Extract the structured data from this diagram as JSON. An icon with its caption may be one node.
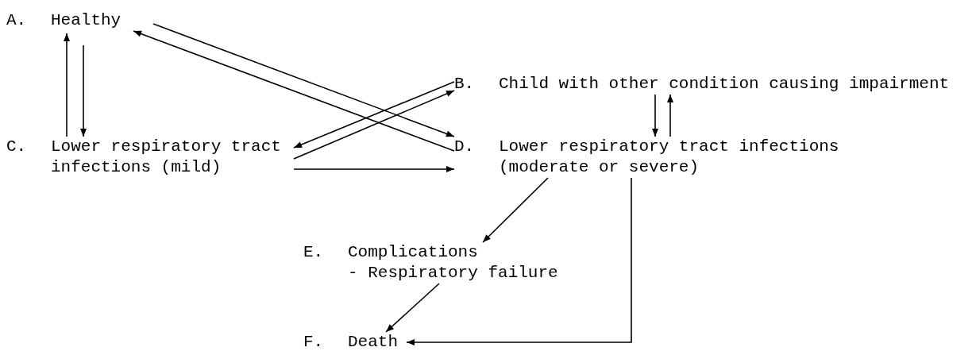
{
  "diagram": {
    "nodes": [
      {
        "text": [
          "A.",
          "Healthy"
        ]
      },
      {
        "text": [
          "B.",
          "Child with other condition causing impairment"
        ]
      },
      {
        "text": [
          "C.",
          "Lower respiratory tract infections (mild)"
        ]
      },
      {
        "text": [
          "D.",
          "Lower respiratory tract infections (moderate or severe)"
        ]
      },
      {
        "text": [
          "E.",
          "Complications",
          "- Respiratory failure"
        ]
      },
      {
        "text": [
          "F.",
          "Death"
        ]
      }
    ],
    "edges": [
      {
        "from": 2,
        "to": 0,
        "arrow": "to"
      },
      {
        "from": 0,
        "to": 2,
        "arrow": "to"
      },
      {
        "from": 0,
        "to": 3,
        "arrow": "to"
      },
      {
        "from": 3,
        "to": 0,
        "arrow": "to"
      },
      {
        "from": 2,
        "to": 1,
        "arrow": "to"
      },
      {
        "from": 1,
        "to": 2,
        "arrow": "to"
      },
      {
        "from": 1,
        "to": 3,
        "arrow": "to"
      },
      {
        "from": 3,
        "to": 1,
        "arrow": "to"
      },
      {
        "from": 2,
        "to": 3,
        "arrow": "to"
      },
      {
        "from": 3,
        "to": 4,
        "arrow": "to"
      },
      {
        "from": 4,
        "to": 5,
        "arrow": "to"
      },
      {
        "from": 3,
        "to": 5,
        "arrow": "to"
      }
    ]
  }
}
